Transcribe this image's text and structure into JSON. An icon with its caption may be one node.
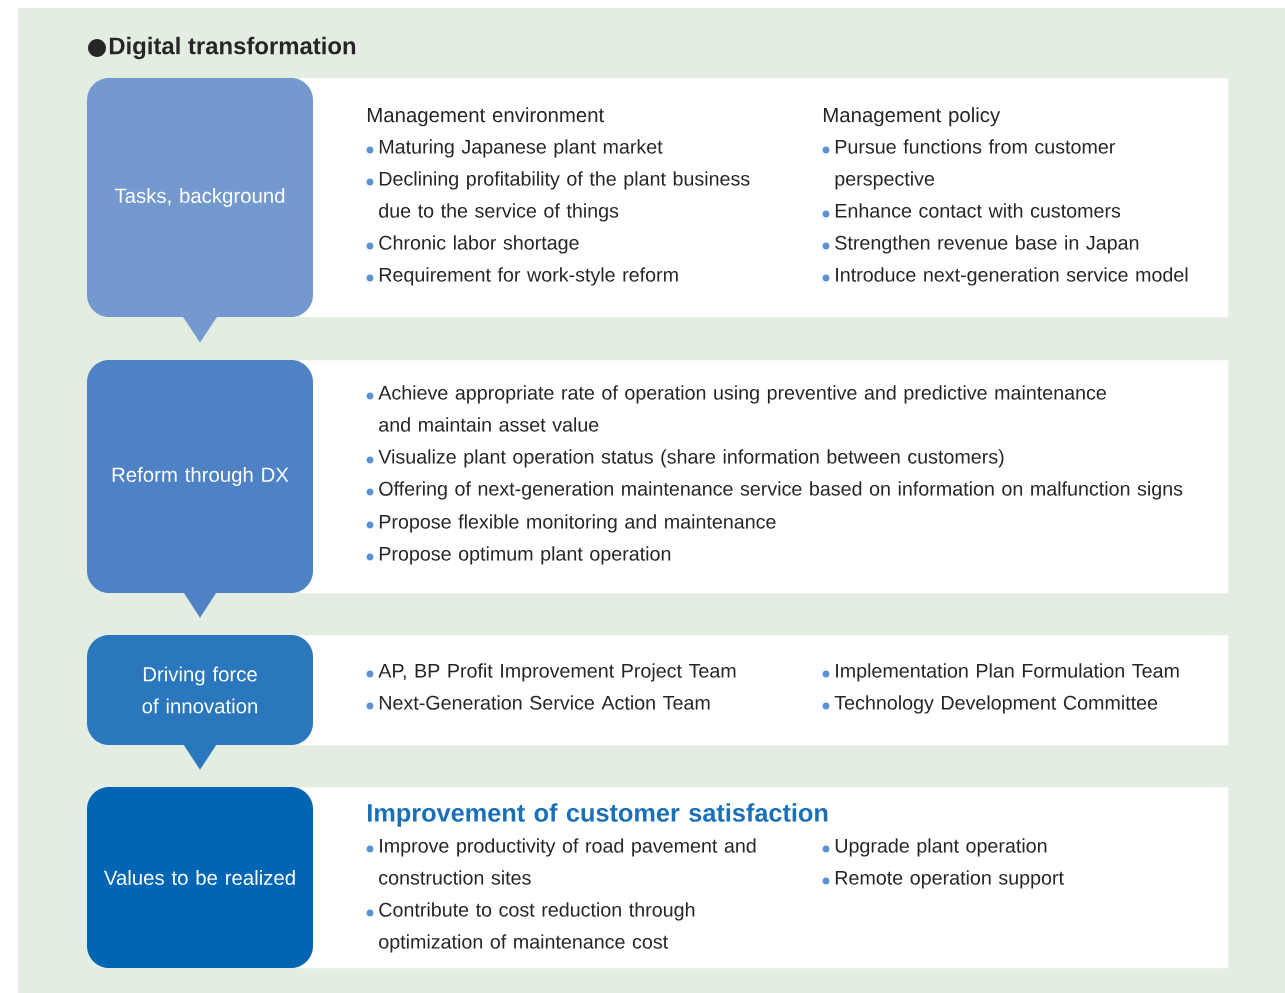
{
  "diagram": {
    "title": "Digital transformation",
    "nodes": [
      {
        "text": [
          "Tasks, background"
        ]
      },
      {
        "text": [
          "Management environment",
          "Maturing Japanese plant market",
          "Declining profitability of the plant business due to the service of things",
          "Chronic labor shortage",
          "Requirement for work-style reform",
          "Management policy",
          "Pursue functions from customer perspective",
          "Enhance contact with customers",
          "Strengthen revenue base in Japan",
          "Introduce next-generation service model"
        ]
      },
      {
        "text": [
          "Reform through DX"
        ]
      },
      {
        "text": [
          "Achieve appropriate rate of operation using preventive and predictive maintenance and maintain asset value",
          "Visualize plant operation status (share information between customers)",
          "Offering of next-generation maintenance service based on information on malfunction signs",
          "Propose flexible monitoring and maintenance",
          "Propose optimum plant operation"
        ]
      },
      {
        "text": [
          "Driving force of innovation"
        ]
      },
      {
        "text": [
          "AP, BP Profit Improvement Project Team",
          "Next-Generation Service Action Team",
          "Implementation Plan Formulation Team",
          "Technology Development Committee"
        ]
      },
      {
        "text": [
          "Values to be realized"
        ]
      },
      {
        "text": [
          "Improvement of customer satisfaction",
          "Improve productivity of road pavement and construction sites",
          "Contribute to cost reduction through optimization of maintenance cost",
          "Upgrade plant operation",
          "Remote operation support"
        ]
      }
    ],
    "edges": [
      {
        "from": 0,
        "to": 2,
        "arrow": "to",
        "color": "#7399cf"
      },
      {
        "from": 2,
        "to": 4,
        "arrow": "to",
        "color": "#4f82c4"
      },
      {
        "from": 4,
        "to": 6,
        "arrow": "to",
        "color": "#2a77bd"
      }
    ]
  }
}
